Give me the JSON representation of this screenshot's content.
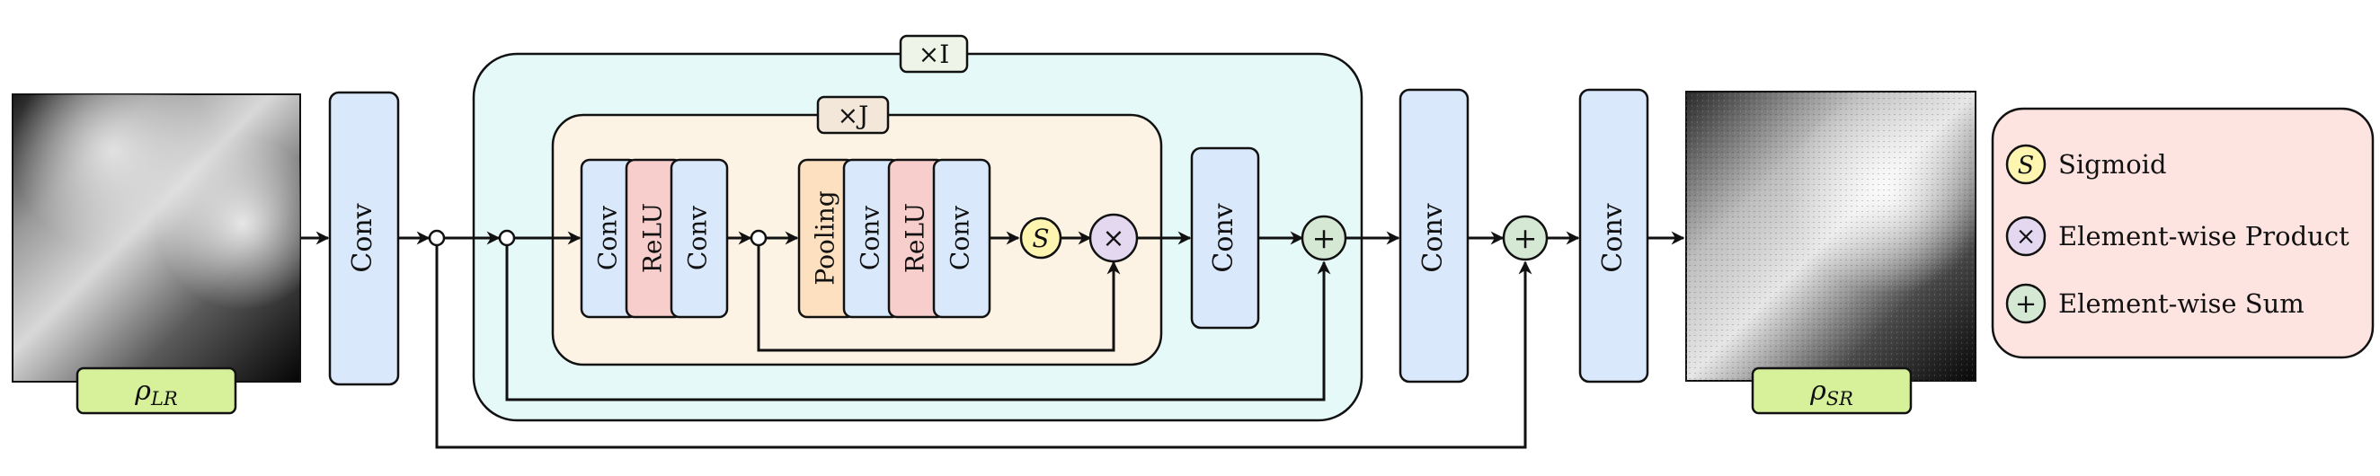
{
  "colors": {
    "conv_fill": "#dae8fc",
    "relu_fill": "#f8cecc",
    "pool_fill": "#fde0bf",
    "outer_block_fill": "#e6f9f9",
    "inner_block_fill": "#fdf3e5",
    "sigmoid_fill": "#fdf5b0",
    "product_fill": "#e4d8f0",
    "sum_fill": "#d5e8d4",
    "label_fill": "#d7f09a",
    "legend_fill": "#fde4e1",
    "repeat_tag_fill": "#eef5e8",
    "repeat_tag_inner_fill": "#f3e7da"
  },
  "input": {
    "label": "ρ_LR",
    "label_main": "ρ",
    "label_sub": "LR"
  },
  "output": {
    "label": "ρ_SR",
    "label_main": "ρ",
    "label_sub": "SR"
  },
  "blocks": {
    "conv1": "Conv",
    "outer_repeat": "×I",
    "inner_repeat": "×J",
    "inner_conv_a": "Conv",
    "inner_relu": "ReLU",
    "inner_conv_b": "Conv",
    "pooling": "Pooling",
    "att_conv_a": "Conv",
    "att_relu": "ReLU",
    "att_conv_b": "Conv",
    "sigmoid_symbol": "S",
    "product_symbol": "×",
    "block_conv": "Conv",
    "sum_symbol": "+",
    "post_conv": "Conv",
    "final_conv": "Conv"
  },
  "legend": {
    "items": [
      {
        "symbol": "S",
        "label": "Sigmoid"
      },
      {
        "symbol": "×",
        "label": "Element-wise Product"
      },
      {
        "symbol": "+",
        "label": "Element-wise Sum"
      }
    ]
  }
}
